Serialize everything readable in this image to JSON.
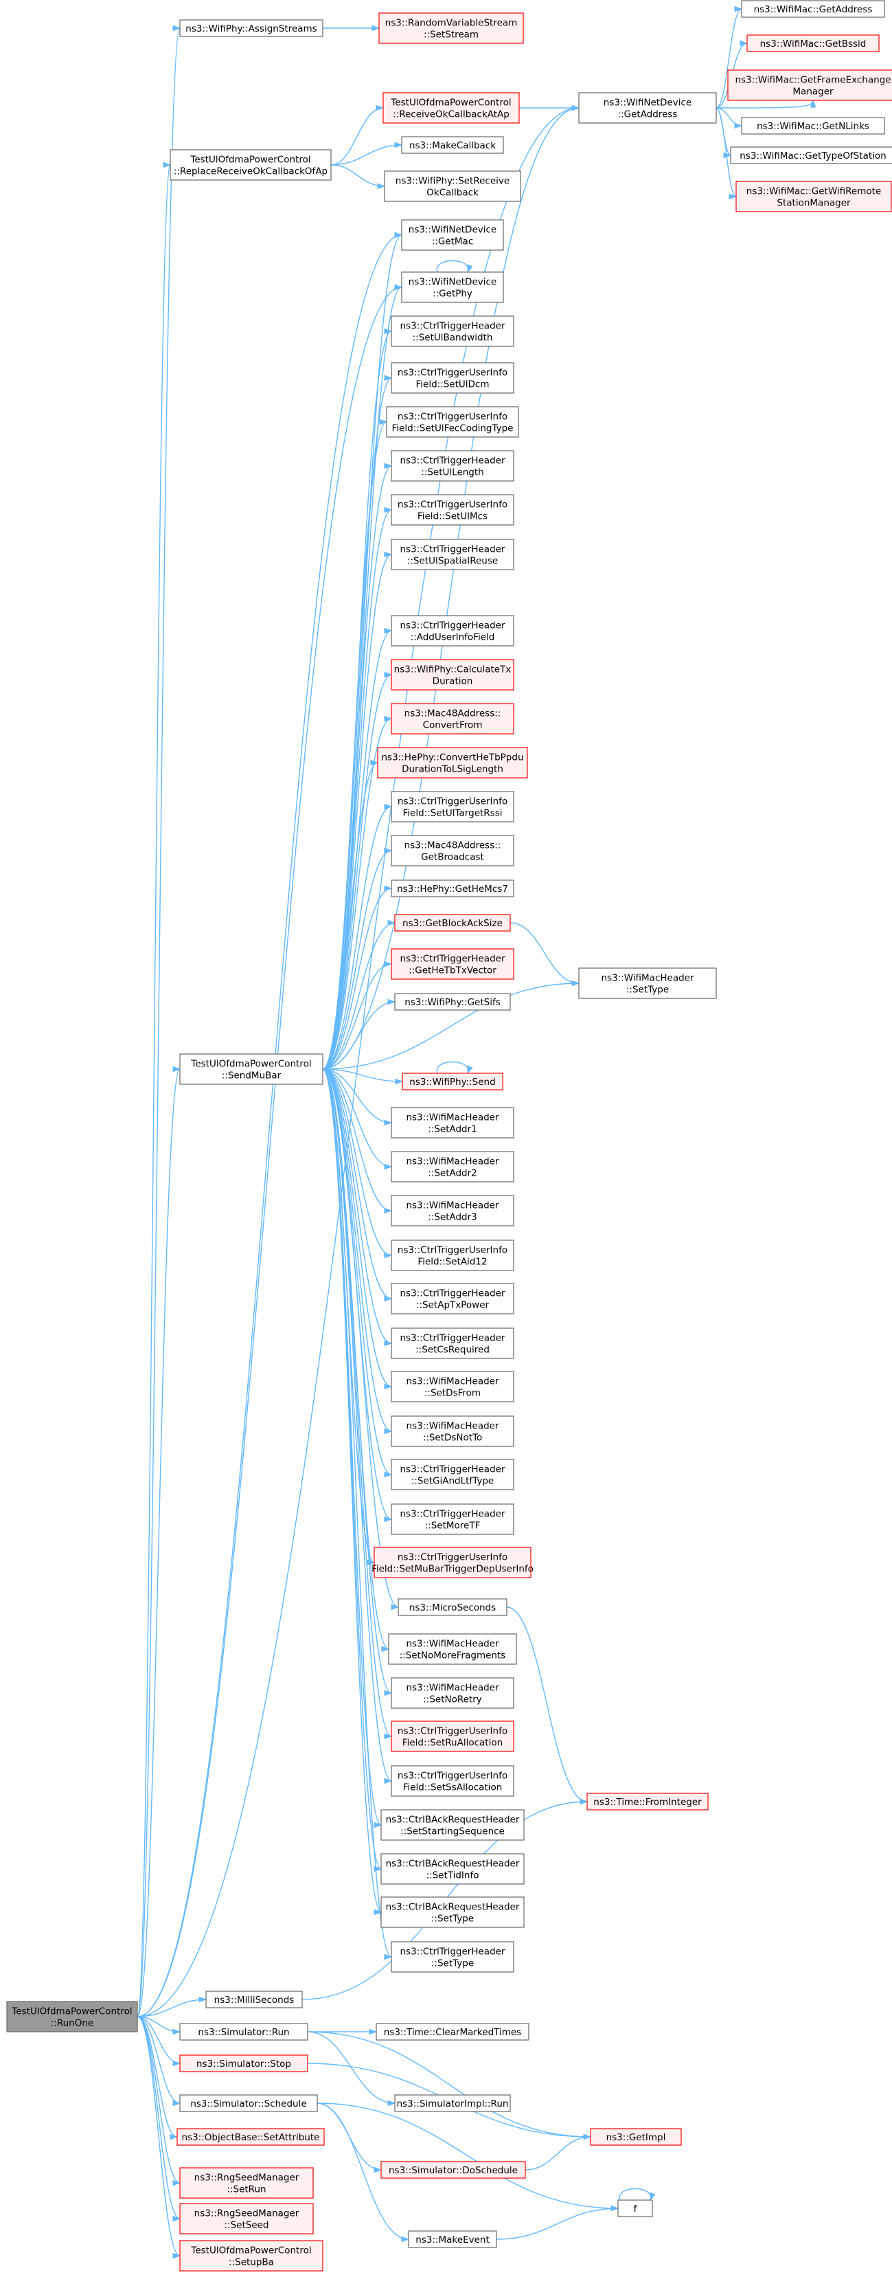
{
  "colors": {
    "edge": "#63b8ff",
    "node_fill": "#ffffff",
    "node_border": "#666666",
    "truncated_fill": "#fff0f0",
    "truncated_border": "#ff0000",
    "root_fill": "#999999",
    "root_border": "#666666"
  },
  "nodes": {
    "runone": {
      "lines": [
        "TestUlOfdmaPowerControl",
        "::RunOne"
      ],
      "style": "root"
    },
    "assignstreams": {
      "lines": [
        "ns3::WifiPhy::AssignStreams"
      ]
    },
    "setstream": {
      "lines": [
        "ns3::RandomVariableStream",
        "::SetStream"
      ],
      "style": "truncated"
    },
    "recvcb": {
      "lines": [
        "TestUlOfdmaPowerControl",
        "::ReceiveOkCallbackAtAp"
      ],
      "style": "truncated"
    },
    "replace": {
      "lines": [
        "TestUlOfdmaPowerControl",
        "::ReplaceReceiveOkCallbackOfAp"
      ]
    },
    "makecallback": {
      "lines": [
        "ns3::MakeCallback"
      ]
    },
    "setreceive": {
      "lines": [
        "ns3::WifiPhy::SetReceive",
        "OkCallback"
      ]
    },
    "getaddress": {
      "lines": [
        "ns3::WifiNetDevice",
        "::GetAddress"
      ]
    },
    "mac_getaddress": {
      "lines": [
        "ns3::WifiMac::GetAddress"
      ]
    },
    "mac_getbssid": {
      "lines": [
        "ns3::WifiMac::GetBssid"
      ],
      "style": "truncated"
    },
    "mac_getfem": {
      "lines": [
        "ns3::WifiMac::GetFrameExchange",
        "Manager"
      ],
      "style": "truncated"
    },
    "mac_getnlinks": {
      "lines": [
        "ns3::WifiMac::GetNLinks"
      ]
    },
    "mac_gettype": {
      "lines": [
        "ns3::WifiMac::GetTypeOfStation"
      ]
    },
    "mac_getrsm": {
      "lines": [
        "ns3::WifiMac::GetWifiRemote",
        "StationManager"
      ],
      "style": "truncated"
    },
    "getmac": {
      "lines": [
        "ns3::WifiNetDevice",
        "::GetMac"
      ]
    },
    "getphy": {
      "lines": [
        "ns3::WifiNetDevice",
        "::GetPhy"
      ]
    },
    "n_setulbw": {
      "lines": [
        "ns3::CtrlTriggerHeader",
        "::SetUlBandwidth"
      ]
    },
    "n_setuldcm": {
      "lines": [
        "ns3::CtrlTriggerUserInfo",
        "Field::SetUlDcm"
      ]
    },
    "n_setulfec": {
      "lines": [
        "ns3::CtrlTriggerUserInfo",
        "Field::SetUlFecCodingType"
      ]
    },
    "n_setullen": {
      "lines": [
        "ns3::CtrlTriggerHeader",
        "::SetUlLength"
      ]
    },
    "n_setulmcs": {
      "lines": [
        "ns3::CtrlTriggerUserInfo",
        "Field::SetUlMcs"
      ]
    },
    "n_setulsr": {
      "lines": [
        "ns3::CtrlTriggerHeader",
        "::SetUlSpatialReuse"
      ]
    },
    "n_adduif": {
      "lines": [
        "ns3::CtrlTriggerHeader",
        "::AddUserInfoField"
      ]
    },
    "n_calctx": {
      "lines": [
        "ns3::WifiPhy::CalculateTx",
        "Duration"
      ],
      "style": "truncated"
    },
    "n_convfrom": {
      "lines": [
        "ns3::Mac48Address::",
        "ConvertFrom"
      ],
      "style": "truncated"
    },
    "n_convhe": {
      "lines": [
        "ns3::HePhy::ConvertHeTbPpdu",
        "DurationToLSigLength"
      ],
      "style": "truncated"
    },
    "n_setultr": {
      "lines": [
        "ns3::CtrlTriggerUserInfo",
        "Field::SetUlTargetRssi"
      ]
    },
    "n_getbcast": {
      "lines": [
        "ns3::Mac48Address::",
        "GetBroadcast"
      ]
    },
    "n_gethemcs7": {
      "lines": [
        "ns3::HePhy::GetHeMcs7"
      ]
    },
    "n_getbas": {
      "lines": [
        "ns3::GetBlockAckSize"
      ],
      "style": "truncated"
    },
    "n_gethetb": {
      "lines": [
        "ns3::CtrlTriggerHeader",
        "::GetHeTbTxVector"
      ],
      "style": "truncated"
    },
    "n_getsifs": {
      "lines": [
        "ns3::WifiPhy::GetSifs"
      ]
    },
    "wmh_settype": {
      "lines": [
        "ns3::WifiMacHeader",
        "::SetType"
      ]
    },
    "sendmubar": {
      "lines": [
        "TestUlOfdmaPowerControl",
        "::SendMuBar"
      ]
    },
    "n_send": {
      "lines": [
        "ns3::WifiPhy::Send"
      ],
      "style": "truncated"
    },
    "n_setaddr1": {
      "lines": [
        "ns3::WifiMacHeader",
        "::SetAddr1"
      ]
    },
    "n_setaddr2": {
      "lines": [
        "ns3::WifiMacHeader",
        "::SetAddr2"
      ]
    },
    "n_setaddr3": {
      "lines": [
        "ns3::WifiMacHeader",
        "::SetAddr3"
      ]
    },
    "n_setaid12": {
      "lines": [
        "ns3::CtrlTriggerUserInfo",
        "Field::SetAid12"
      ]
    },
    "n_setaptx": {
      "lines": [
        "ns3::CtrlTriggerHeader",
        "::SetApTxPower"
      ]
    },
    "n_setcsreq": {
      "lines": [
        "ns3::CtrlTriggerHeader",
        "::SetCsRequired"
      ]
    },
    "n_setdsfrom": {
      "lines": [
        "ns3::WifiMacHeader",
        "::SetDsFrom"
      ]
    },
    "n_setdsnotto": {
      "lines": [
        "ns3::WifiMacHeader",
        "::SetDsNotTo"
      ]
    },
    "n_setgiltf": {
      "lines": [
        "ns3::CtrlTriggerHeader",
        "::SetGiAndLtfType"
      ]
    },
    "n_setmoretf": {
      "lines": [
        "ns3::CtrlTriggerHeader",
        "::SetMoreTF"
      ]
    },
    "n_setmubar": {
      "lines": [
        "ns3::CtrlTriggerUserInfo",
        "Field::SetMuBarTriggerDepUserInfo"
      ],
      "style": "truncated"
    },
    "n_microsec": {
      "lines": [
        "ns3::MicroSeconds"
      ]
    },
    "n_setnomf": {
      "lines": [
        "ns3::WifiMacHeader",
        "::SetNoMoreFragments"
      ]
    },
    "n_setnoretry": {
      "lines": [
        "ns3::WifiMacHeader",
        "::SetNoRetry"
      ]
    },
    "n_setrualloc": {
      "lines": [
        "ns3::CtrlTriggerUserInfo",
        "Field::SetRuAllocation"
      ],
      "style": "truncated"
    },
    "n_setssalloc": {
      "lines": [
        "ns3::CtrlTriggerUserInfo",
        "Field::SetSsAllocation"
      ]
    },
    "n_setstartseq": {
      "lines": [
        "ns3::CtrlBAckRequestHeader",
        "::SetStartingSequence"
      ]
    },
    "n_settidinfo": {
      "lines": [
        "ns3::CtrlBAckRequestHeader",
        "::SetTidInfo"
      ]
    },
    "n_setbartype": {
      "lines": [
        "ns3::CtrlBAckRequestHeader",
        "::SetType"
      ]
    },
    "n_settrigtype": {
      "lines": [
        "ns3::CtrlTriggerHeader",
        "::SetType"
      ]
    },
    "frominteger": {
      "lines": [
        "ns3::Time::FromInteger"
      ],
      "style": "truncated"
    },
    "millisec": {
      "lines": [
        "ns3::MilliSeconds"
      ]
    },
    "simrun": {
      "lines": [
        "ns3::Simulator::Run"
      ]
    },
    "clearmarked": {
      "lines": [
        "ns3::Time::ClearMarkedTimes"
      ]
    },
    "simstop": {
      "lines": [
        "ns3::Simulator::Stop"
      ],
      "style": "truncated"
    },
    "simimplrun": {
      "lines": [
        "ns3::SimulatorImpl::Run"
      ]
    },
    "getimpl": {
      "lines": [
        "ns3::GetImpl"
      ],
      "style": "truncated"
    },
    "simschedule": {
      "lines": [
        "ns3::Simulator::Schedule"
      ]
    },
    "setattr": {
      "lines": [
        "ns3::ObjectBase::SetAttribute"
      ],
      "style": "truncated"
    },
    "doschedule": {
      "lines": [
        "ns3::Simulator::DoSchedule"
      ],
      "style": "truncated"
    },
    "setrun": {
      "lines": [
        "ns3::RngSeedManager",
        "::SetRun"
      ],
      "style": "truncated"
    },
    "setseed": {
      "lines": [
        "ns3::RngSeedManager",
        "::SetSeed"
      ],
      "style": "truncated"
    },
    "setupba": {
      "lines": [
        "TestUlOfdmaPowerControl",
        "::SetupBa"
      ],
      "style": "truncated"
    },
    "makeevent": {
      "lines": [
        "ns3::MakeEvent"
      ]
    },
    "f": {
      "lines": [
        "f"
      ]
    }
  }
}
